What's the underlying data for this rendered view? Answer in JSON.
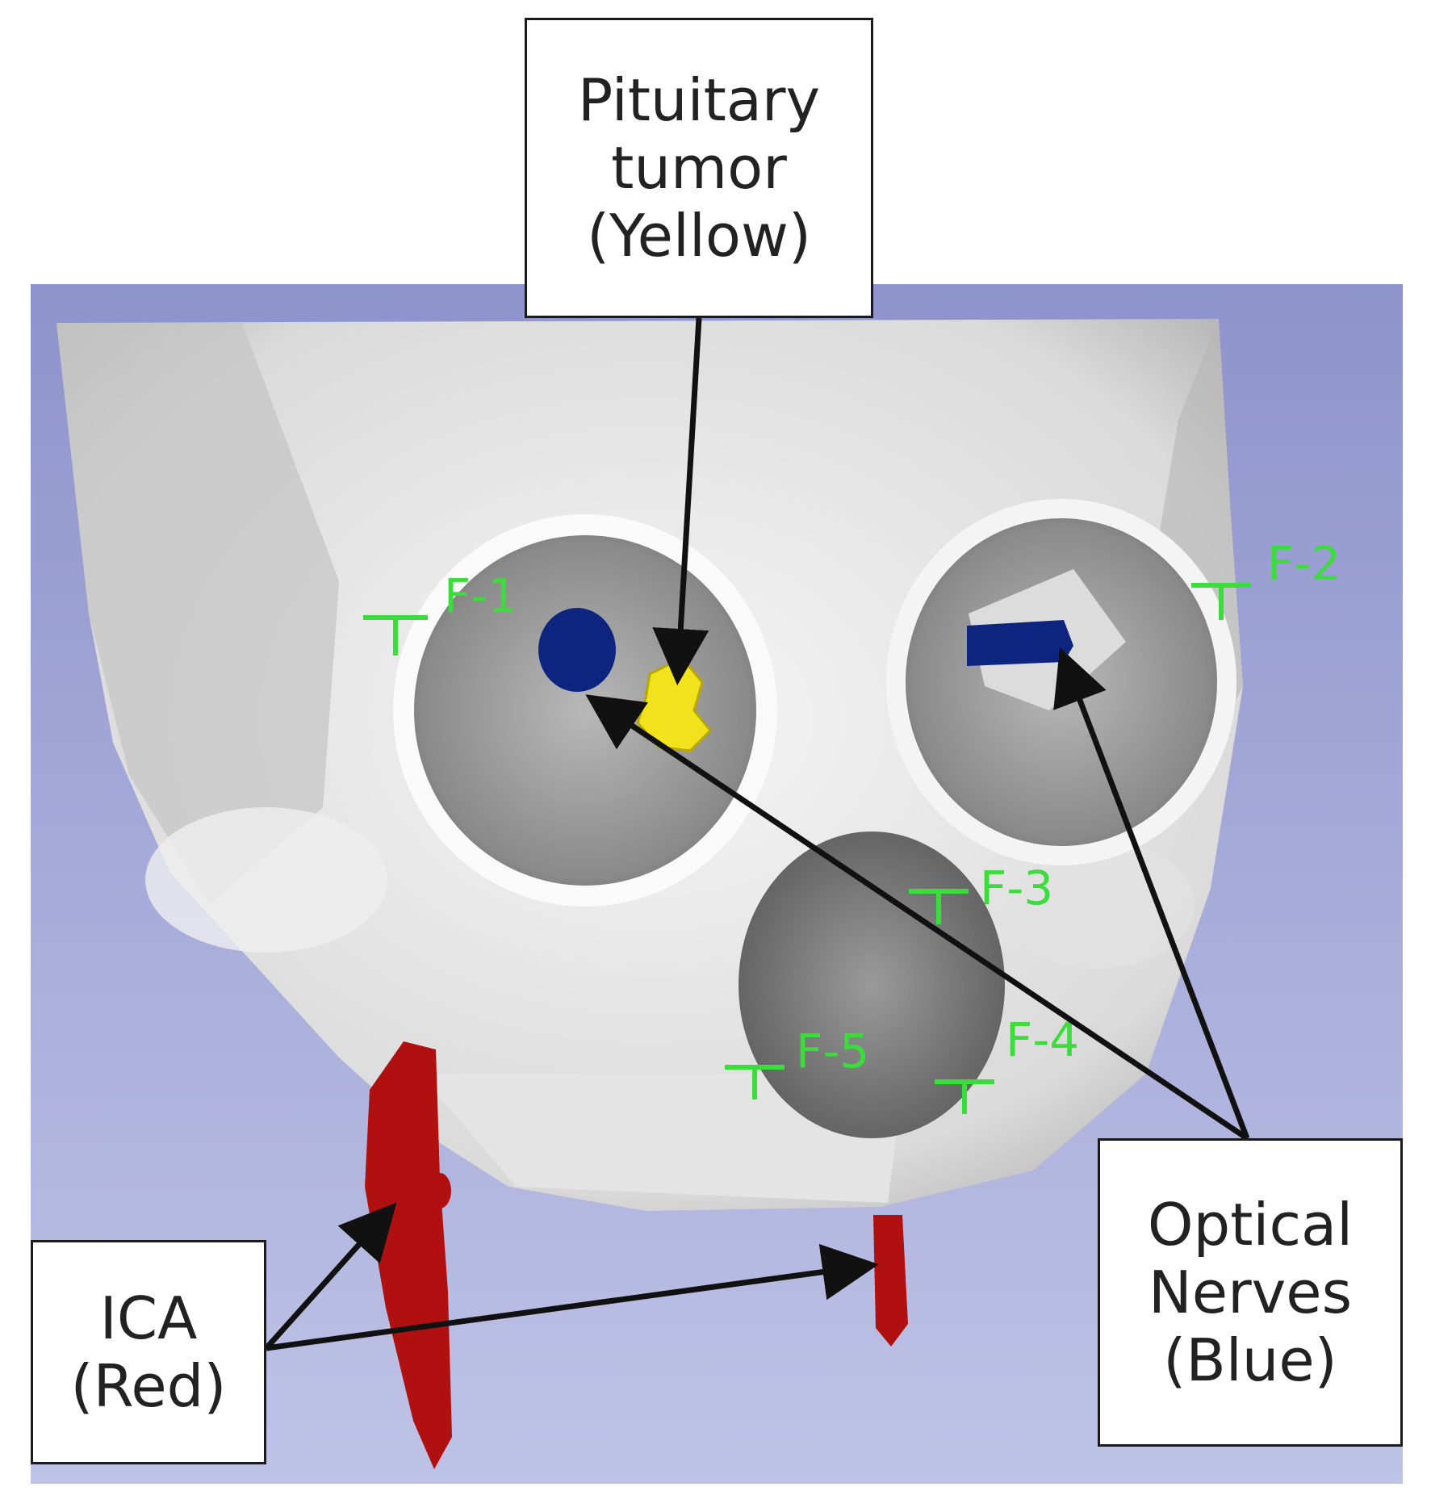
{
  "figure": {
    "background_color": "#A3A8D6",
    "bone_color": "#E6E6E6",
    "landmark_color": "#3CDC3C"
  },
  "annotations": {
    "pituitary": {
      "line1": "Pituitary",
      "line2": "tumor",
      "line3": "(Yellow)",
      "color": "#F2E21B"
    },
    "ica": {
      "line1": "ICA",
      "line2": "(Red)",
      "color": "#B01010"
    },
    "optical": {
      "line1": "Optical",
      "line2": "Nerves",
      "line3": "(Blue)",
      "color": "#0E2580"
    }
  },
  "landmarks": [
    "F-1",
    "F-2",
    "F-3",
    "F-4",
    "F-5"
  ]
}
